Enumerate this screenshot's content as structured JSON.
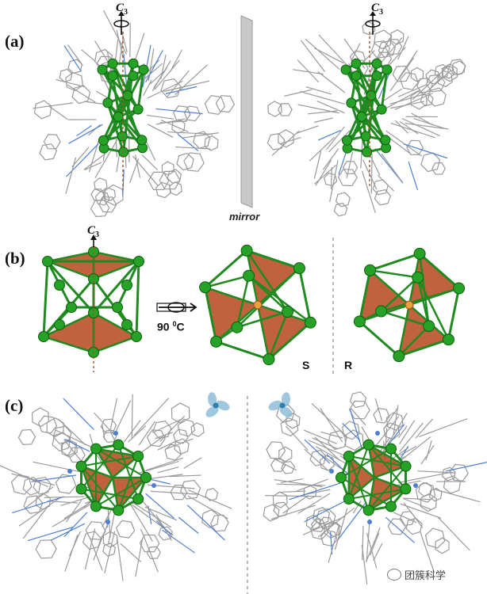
{
  "panels": {
    "a": {
      "label": "(a)",
      "axis_main": "C",
      "axis_sub": "3",
      "mirror_label": "mirror"
    },
    "b": {
      "label": "(b)",
      "axis_main": "C",
      "axis_sub": "3",
      "rotation_value": "90",
      "rotation_sup": "0",
      "rotation_unit": "C",
      "left_chirality": "S",
      "right_chirality": "R"
    },
    "c": {
      "label": "(c)"
    }
  },
  "watermark": {
    "text": "团簇科学"
  },
  "colors": {
    "cluster": "#1f8a1f",
    "atom": "#26a326",
    "face": "#b5471b",
    "ligand": "#9a9a9a",
    "nitrogen": "#4d7fd1",
    "mirror_plane": "#c9c9c9",
    "propeller": "#7fb6d6"
  }
}
